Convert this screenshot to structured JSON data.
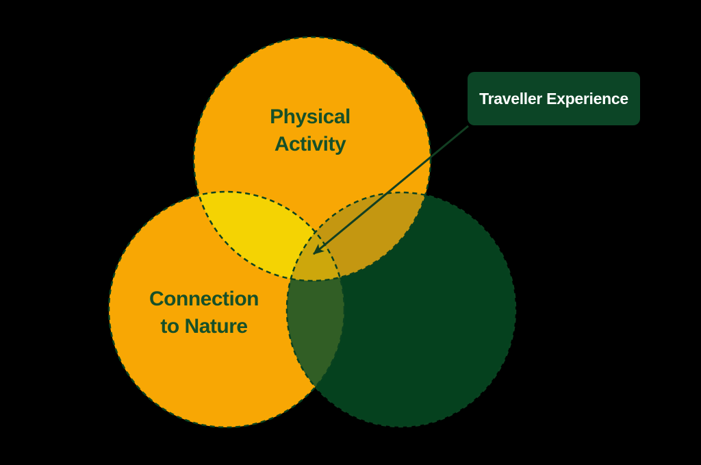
{
  "diagram_title": "",
  "labels": {
    "physical": {
      "line1": "Physical",
      "line2": "Activity"
    },
    "nature": {
      "line1": "Connection",
      "line2": "to Nature"
    },
    "callout": "Traveller Experience"
  },
  "colors": {
    "background": "#000000",
    "circle_orange": "#F8A704",
    "circle_dark_green": "#05411E",
    "overlap_physical_nature_yellow": "#F4D303",
    "overlap_physical_green_gold": "#C49711",
    "overlap_nature_green_olive": "#315E25",
    "center_intersection_gold": "#CDA70C",
    "dashed_outline_green": "#0A4220",
    "arrow_green": "#123F22",
    "callout_background": "#0C4526",
    "callout_text": "#FFFFFF",
    "circle_label_text": "#165029"
  }
}
